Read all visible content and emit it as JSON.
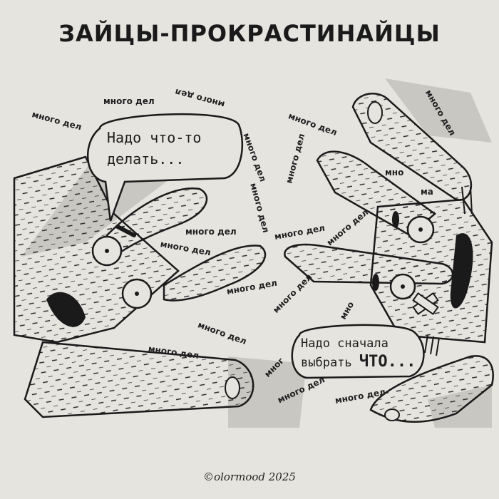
{
  "title": "ЗАЙЦЫ-ПРОКРАСТИНАЙЦЫ",
  "speech_left": {
    "line1": "Надо что-то",
    "line2": "делать..."
  },
  "speech_right": {
    "line1": "Надо сначала",
    "line2_prefix": "выбрать",
    "line2_emph": "ЧТО..."
  },
  "repeated_tag": "много дел",
  "partial_tags": [
    "мно",
    "ма",
    "мно",
    "мног"
  ],
  "copyright": "©olormood 2025",
  "colors": {
    "paper": "#e6e4df",
    "ink": "#1e1e1e"
  }
}
